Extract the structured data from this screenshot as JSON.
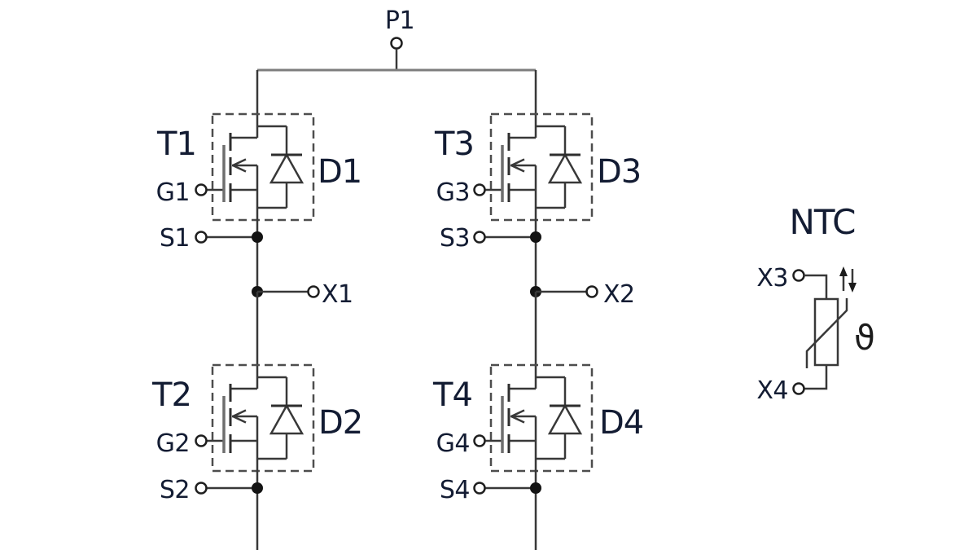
{
  "schematic": {
    "description": "Power module schematic: two MOSFET half-bridges (T1/T2 and T3/T4) with antiparallel diodes (D1-D4), common positive DC terminal P1, phase outputs X1 and X2, and an NTC temperature sensor between X3 and X4",
    "dc_bus": {
      "label": "P1"
    },
    "half_bridges": [
      {
        "output": {
          "label": "X1"
        },
        "high_side": {
          "transistor": "T1",
          "diode": "D1",
          "gate": "G1",
          "source": "S1"
        },
        "low_side": {
          "transistor": "T2",
          "diode": "D2",
          "gate": "G2",
          "source": "S2"
        }
      },
      {
        "output": {
          "label": "X2"
        },
        "high_side": {
          "transistor": "T3",
          "diode": "D3",
          "gate": "G3",
          "source": "S3"
        },
        "low_side": {
          "transistor": "T4",
          "diode": "D4",
          "gate": "G4",
          "source": "S4"
        }
      }
    ],
    "ntc": {
      "label": "NTC",
      "terminal_a": "X3",
      "terminal_b": "X4",
      "temperature_symbol": "ϑ"
    },
    "colors": {
      "background": "#ffffff",
      "wire": "#383838",
      "bus": "#7d7d7d",
      "dashed_outline": "#4d4d4d",
      "gate_electrode": "#6e6e6e",
      "label_text": "#131c33"
    }
  }
}
